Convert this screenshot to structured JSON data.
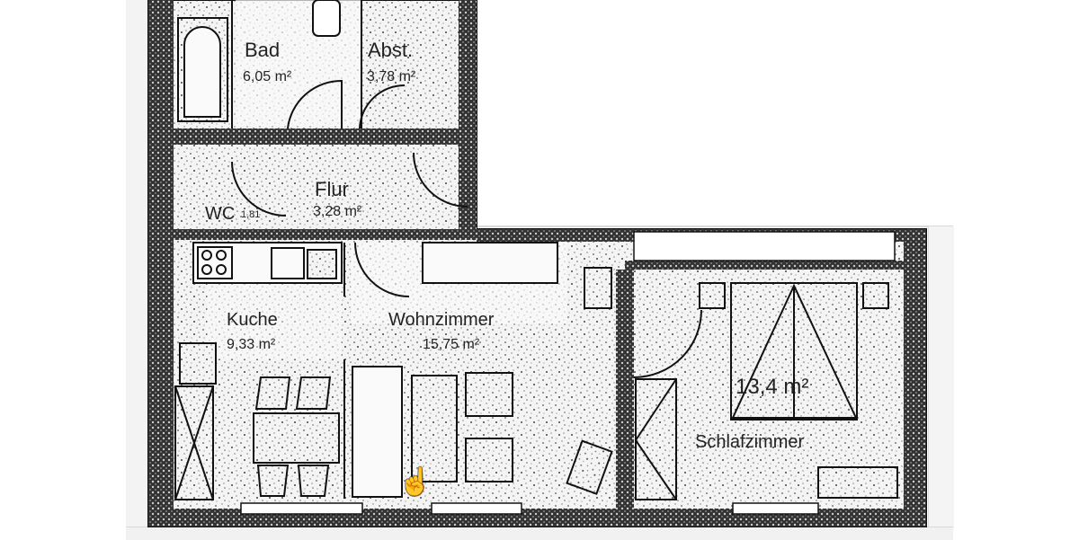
{
  "floorplan": {
    "rooms": [
      {
        "name": "Bad",
        "area": "6,05 m²"
      },
      {
        "name": "Abst.",
        "area": "3,78 m²"
      },
      {
        "name": "Flur",
        "area": "3,28 m²"
      },
      {
        "name": "WC",
        "area": "1,81"
      },
      {
        "name": "Kuche",
        "area": "9,33 m²"
      },
      {
        "name": "Wohnzimmer",
        "area": "15,75 m²"
      },
      {
        "name": "Schlafzimmer",
        "area": "13,4 m²"
      }
    ]
  },
  "cursor": {
    "icon": "hand-pointer-icon"
  }
}
